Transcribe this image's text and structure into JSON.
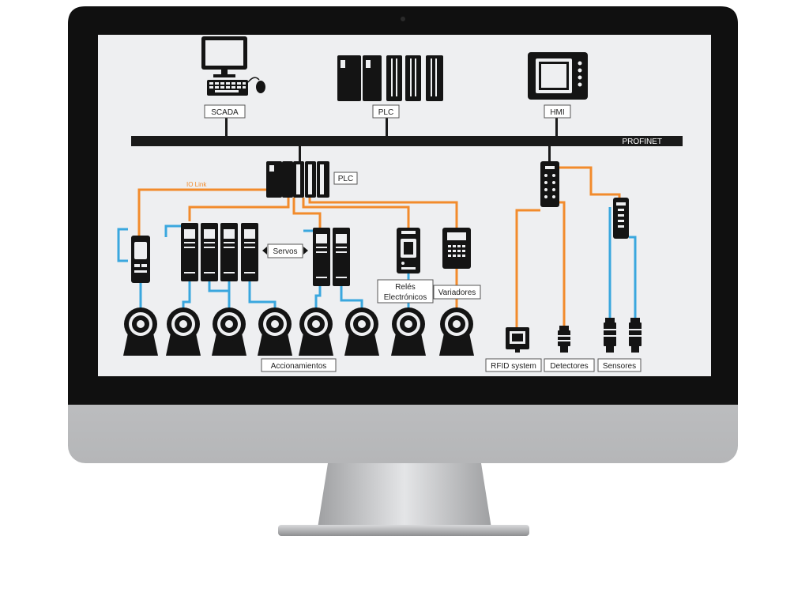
{
  "diagram": {
    "network_label": "PROFINET",
    "io_link_label": "IO Link",
    "top_devices": [
      {
        "id": "scada",
        "label": "SCADA",
        "icon": "computer-workstation-icon"
      },
      {
        "id": "plc-main",
        "label": "PLC",
        "icon": "plc-rack-icon"
      },
      {
        "id": "hmi",
        "label": "HMI",
        "icon": "hmi-panel-icon"
      }
    ],
    "sub_plc_label": "PLC",
    "servos_label": "Servos",
    "reles_label_line1": "Relés",
    "reles_label_line2": "Electrónicos",
    "variadores_label": "Variadores",
    "accionamientos_label": "Accionamientos",
    "rfid_label": "RFID system",
    "detectores_label": "Detectores",
    "sensores_label": "Sensores"
  },
  "colors": {
    "bus": "#1a1a1a",
    "orange_link": "#f28b2c",
    "blue_link": "#3aa7de",
    "device": "#141414",
    "screen_bg": "#eeeff1",
    "bezel": "#101010",
    "chin": "#c9cacc"
  }
}
